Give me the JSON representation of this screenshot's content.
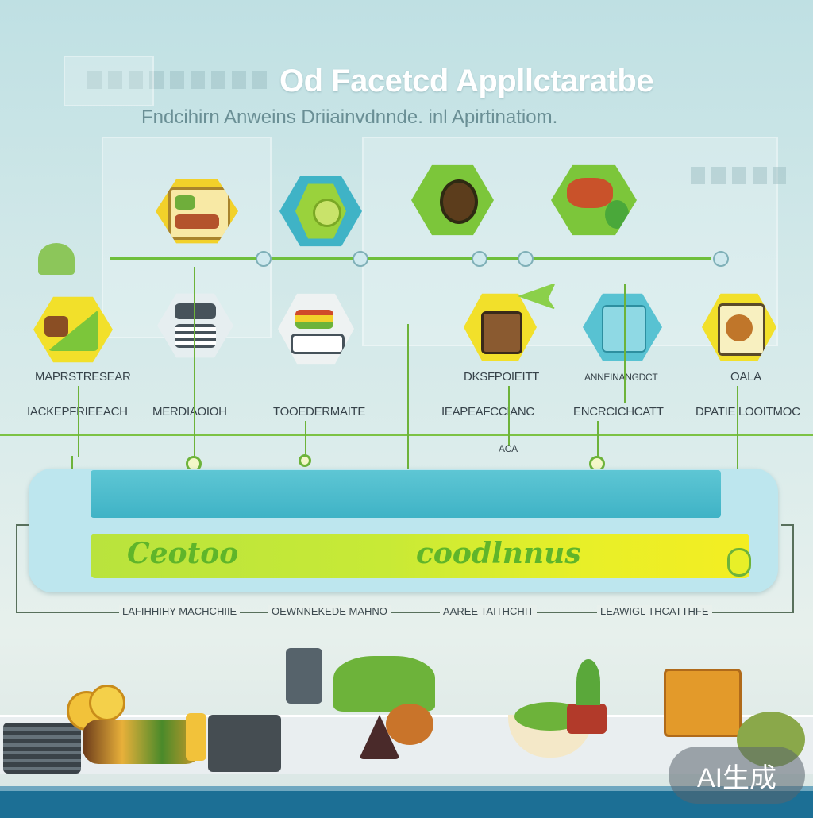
{
  "header": {
    "title": "Od Facetcd Appllctaratbe",
    "subtitle": "Fndcihirn Anweins Driiainvdnnde. inl Apirtinatiom."
  },
  "top_row": [
    {
      "name": "bento-box",
      "frame_color": "#f2d12a",
      "fill_color": "#f6e27a"
    },
    {
      "name": "salad-leaf",
      "frame_color": "#3fb3c6",
      "fill_color": "#9ad23c"
    },
    {
      "name": "avocado",
      "frame_color": "#7cc63a",
      "fill_color": "#5c3d1c"
    },
    {
      "name": "meat-vegetable",
      "frame_color": "#7cc63a",
      "fill_color": "#c9522a"
    }
  ],
  "middle_row": [
    {
      "name": "sandwich",
      "frame_color": "#f2e02a",
      "label_top": "MAPRSTRESEAR",
      "label_bottom": "IACKEPFRIEEACH"
    },
    {
      "name": "lunch-box",
      "frame_color": "#e6eef0",
      "label_top": "",
      "label_bottom": "MERDIAOIOH"
    },
    {
      "name": "cake-slice",
      "frame_color": "#eef2f2",
      "label_top": "",
      "label_bottom": "TOOEDERMAITE"
    },
    {
      "name": "drink-carton",
      "frame_color": "#f2e02a",
      "label_top": "DKSFPOIEITT",
      "label_bottom": "IEAPEAFCCIANC"
    },
    {
      "name": "water-tank",
      "frame_color": "#58c2d2",
      "label_top": "ANNEINANGDCT",
      "label_bottom": "ENCRCICHCATT"
    },
    {
      "name": "pastry",
      "frame_color": "#f2e02a",
      "label_top": "OALA",
      "label_bottom": "DPATIE LOOITMOC"
    }
  ],
  "panel": {
    "left_word": "Ceotoo",
    "center_word": "coodlnnus",
    "node_label": "ACA"
  },
  "bottom_labels": [
    "LAFIHHIHY MACHCHIIE",
    "OEWNNEKEDE MAHNO",
    "AAREE TAITHCHIT",
    "LEAWIGL THCATTHFE"
  ],
  "badge": {
    "text": "AI生成"
  },
  "colors": {
    "accent_green": "#6db33a",
    "accent_blue": "#3fb3c6",
    "accent_yellow": "#f2e02a"
  }
}
